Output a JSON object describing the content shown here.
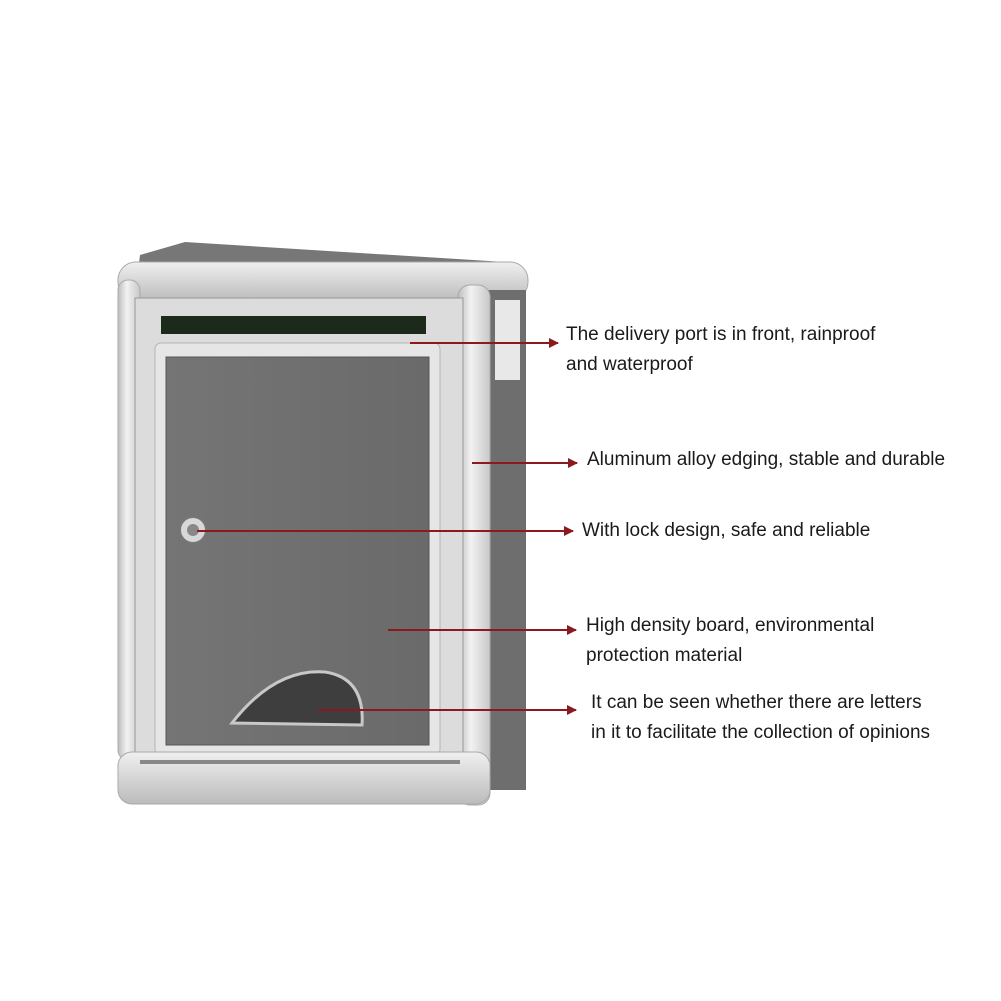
{
  "colors": {
    "arrow": "#8b1a1f",
    "panel": "#6f6f6f",
    "frame": "#d9d9d9",
    "text": "#1a1a1a"
  },
  "callouts": [
    {
      "lines": [
        "The delivery port is in front, rainproof",
        "and waterproof"
      ]
    },
    {
      "lines": [
        "Aluminum alloy edging, stable and durable"
      ]
    },
    {
      "lines": [
        "With lock design, safe and reliable"
      ]
    },
    {
      "lines": [
        "High density board, environmental",
        "protection material"
      ]
    },
    {
      "lines": [
        "It can be seen whether there are letters",
        "in it to facilitate the collection of opinions"
      ]
    }
  ]
}
